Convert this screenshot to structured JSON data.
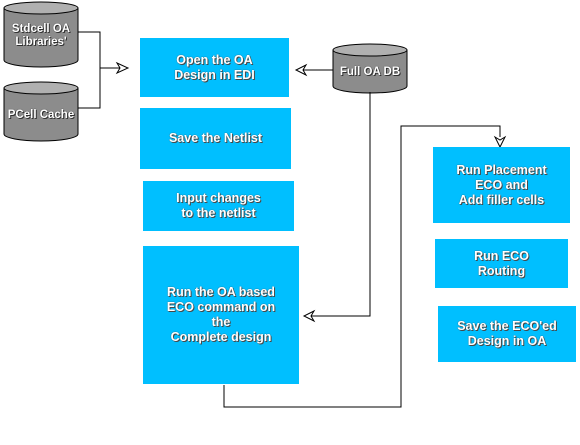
{
  "databases": {
    "stdcell": "Stdcell OA\nLibraries'",
    "pcell": "PCell Cache",
    "full_oa": "Full OA DB"
  },
  "steps": {
    "open_design": "Open the OA\nDesign in EDI",
    "save_netlist": "Save the Netlist",
    "input_changes": "Input changes\nto the netlist",
    "run_eco_command": "Run the OA based\nECO command  on\nthe\nComplete design",
    "run_placement": "Run  Placement\nECO and\nAdd filler cells",
    "run_eco_routing": "Run ECO\nRouting",
    "save_eco_design": "Save the ECO'ed\nDesign in OA"
  },
  "colors": {
    "box_fill": "#00bfff",
    "cylinder_fill": "#8c8c8c",
    "cylinder_top": "#b0b0b0",
    "line": "#000000"
  }
}
